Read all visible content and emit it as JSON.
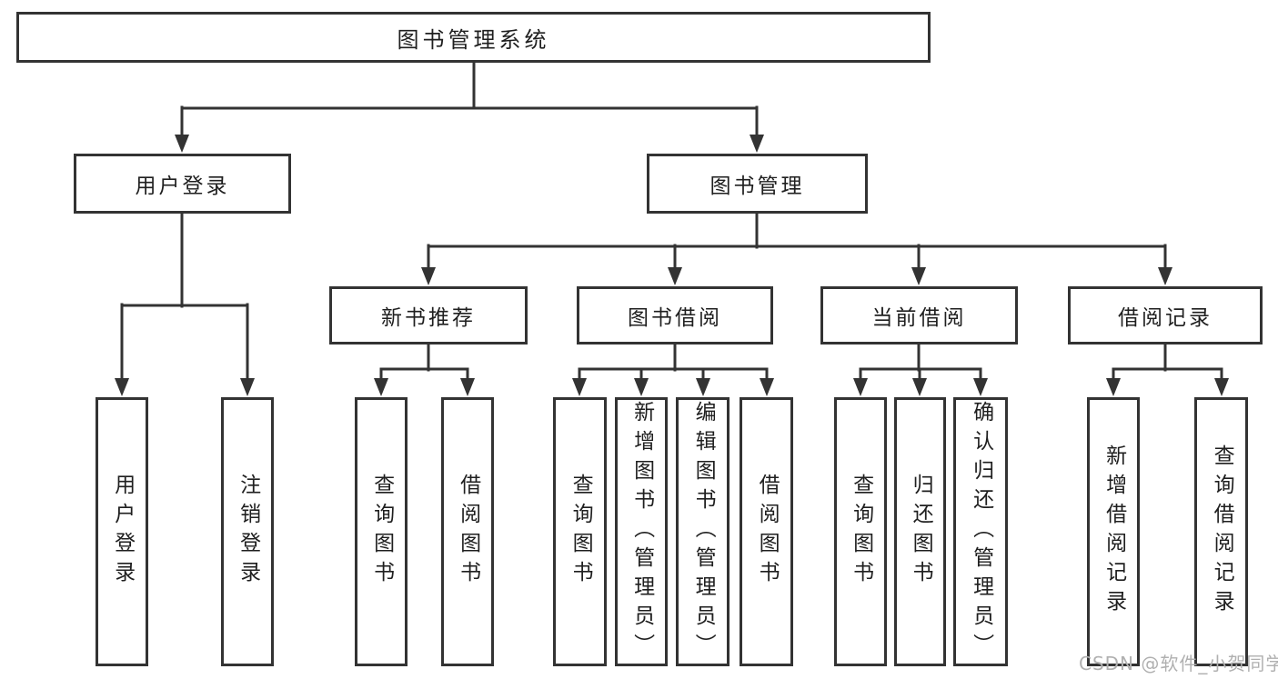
{
  "diagram": {
    "root": {
      "label": "图书管理系统"
    },
    "branches": [
      {
        "label": "用户登录",
        "children": [
          {
            "label": "用户登录"
          },
          {
            "label": "注销登录"
          }
        ]
      },
      {
        "label": "图书管理",
        "children": [
          {
            "label": "新书推荐",
            "children": [
              {
                "label": "查询图书"
              },
              {
                "label": "借阅图书"
              }
            ]
          },
          {
            "label": "图书借阅",
            "children": [
              {
                "label": "查询图书"
              },
              {
                "label": "新增图书（管理员）"
              },
              {
                "label": "编辑图书（管理员）"
              },
              {
                "label": "借阅图书"
              }
            ]
          },
          {
            "label": "当前借阅",
            "children": [
              {
                "label": "查询图书"
              },
              {
                "label": "归还图书"
              },
              {
                "label": "确认归还（管理员）"
              }
            ]
          },
          {
            "label": "借阅记录",
            "children": [
              {
                "label": "新增借阅记录"
              },
              {
                "label": "查询借阅记录"
              }
            ]
          }
        ]
      }
    ],
    "watermark": "CSDN @软件_小贺同学",
    "colors": {
      "line": "#333333",
      "box_border": "#333333",
      "box_background": "#ffffff",
      "text": "#1f1f1f",
      "watermark": "#b0b0b0",
      "page_background": "#ffffff"
    }
  }
}
